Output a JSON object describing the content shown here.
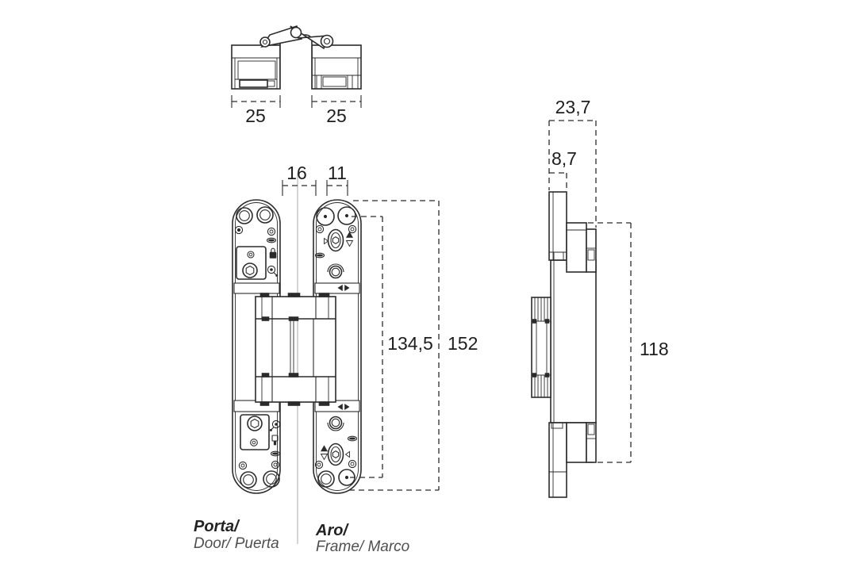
{
  "views": {
    "top": {
      "dim_door_width": "25",
      "dim_frame_width": "25"
    },
    "front": {
      "dim_gap": "16",
      "dim_frame_body": "11",
      "dim_screw_span": "134,5",
      "dim_total_height": "152"
    },
    "side": {
      "dim_total_depth": "23,7",
      "dim_frame_plate_depth": "8,7",
      "dim_body_height": "118"
    }
  },
  "legend": {
    "door_label": "Porta/",
    "door_sub": "Door/ Puerta",
    "frame_label": "Aro/",
    "frame_sub": "Frame/ Marco"
  },
  "colors": {
    "line": "#2b2b2b",
    "dim_text": "#1e1e1e",
    "centerline": "#a8a8a8",
    "label_primary": "#222222",
    "label_secondary": "#4f4f4f",
    "background": "#ffffff"
  }
}
